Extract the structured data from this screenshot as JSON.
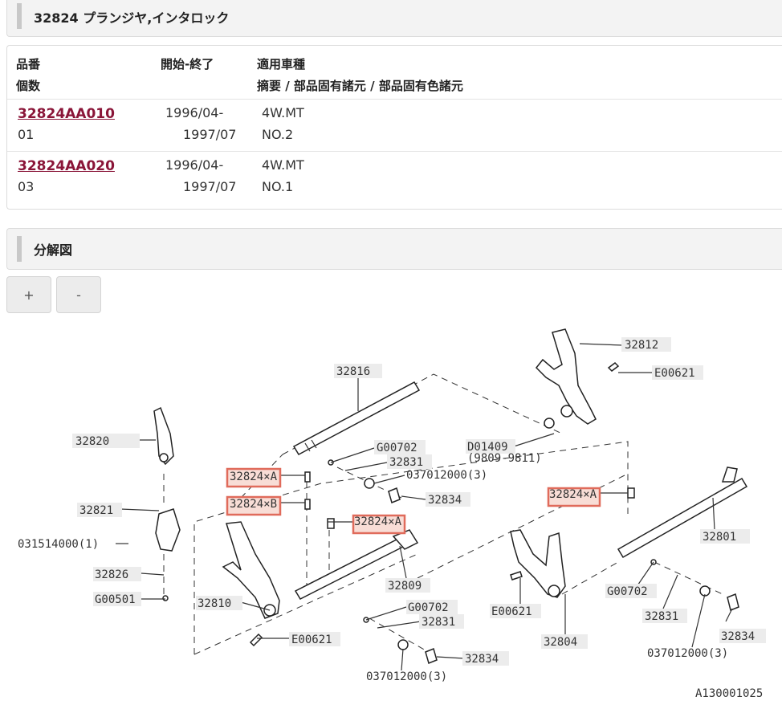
{
  "title_panel": {
    "title": "32824 プランジヤ,インタロック"
  },
  "parts_table": {
    "headers": {
      "part_no": "品番",
      "qty": "個数",
      "period": "開始-終了",
      "model": "適用車種",
      "notes": "摘要 / 部品固有諸元 / 部品固有色諸元"
    },
    "rows": [
      {
        "part_no": "32824AA010",
        "qty": "01",
        "start": "1996/04-",
        "end": "1997/07",
        "model": "4W.MT",
        "note": "NO.2"
      },
      {
        "part_no": "32824AA020",
        "qty": "03",
        "start": "1996/04-",
        "end": "1997/07",
        "model": "4W.MT",
        "note": "NO.1"
      }
    ]
  },
  "diagram_panel": {
    "title": "分解図"
  },
  "zoom": {
    "plus": "+",
    "minus": "-"
  },
  "diagram": {
    "labels": {
      "p32812": "32812",
      "e00621_top": "E00621",
      "p32816": "32816",
      "p32820": "32820",
      "g00702_a": "G00702",
      "p32831_a": "32831",
      "d01409": "D01409",
      "d01409_range": "(9809-9811)",
      "hl_a1": "32824×A",
      "p037012000_a": "037012000(3)",
      "p32834_a": "32834",
      "hl_a2": "32824×A",
      "p32821": "32821",
      "hl_b": "32824×B",
      "hl_a3": "32824×A",
      "p32801": "32801",
      "p031514000": "031514000(1)",
      "p32826": "32826",
      "p32809": "32809",
      "g00501": "G00501",
      "p32810": "32810",
      "g00702_b": "G00702",
      "p32831_b": "32831",
      "e00621_mid": "E00621",
      "g00702_c": "G00702",
      "e00621_bot": "E00621",
      "p32804": "32804",
      "p32831_c": "32831",
      "p32834_c": "32834",
      "p037012000_c": "037012000(3)",
      "p32834_b": "32834",
      "p037012000_b": "037012000(3)",
      "figure_id": "A130001025"
    },
    "colors": {
      "highlight_fill": "#f8ddd6",
      "highlight_border": "#e06b5b",
      "label_bg": "#ececec"
    }
  }
}
